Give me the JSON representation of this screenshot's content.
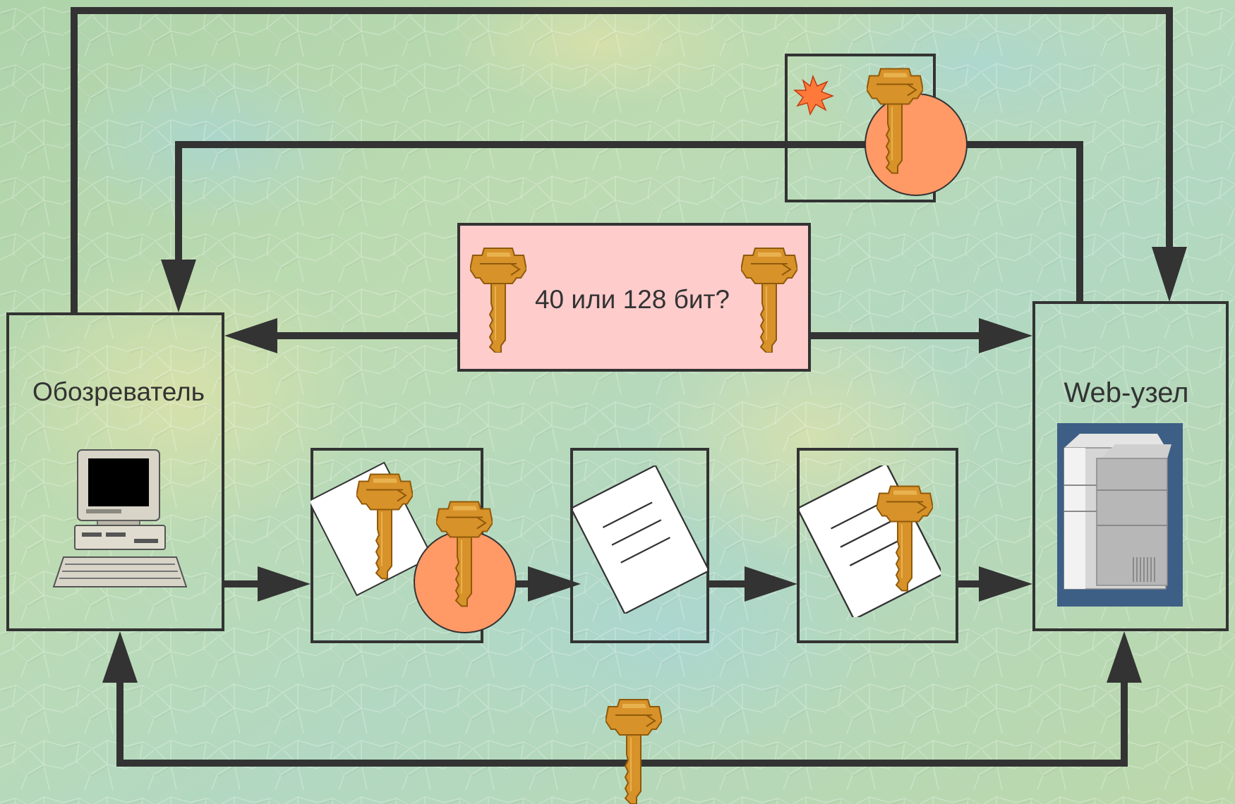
{
  "labels": {
    "browser": "Обозреватель",
    "server": "Web-узел",
    "negotiation": "40 или 128 бит?"
  },
  "colors": {
    "background": "#b7d6ad",
    "line": "#333333",
    "box_border": "#333333",
    "negotiation_fill": "#ffcccc",
    "circle_fill": "#ff9966",
    "key_fill": "#d8922a",
    "key_shade": "#a86a12",
    "server_panel": "#3d5f85"
  },
  "icons": {
    "browser": "desktop-computer-icon",
    "server": "server-tower-icon",
    "key": "key-icon",
    "document": "document-icon",
    "burst": "burst-icon"
  }
}
